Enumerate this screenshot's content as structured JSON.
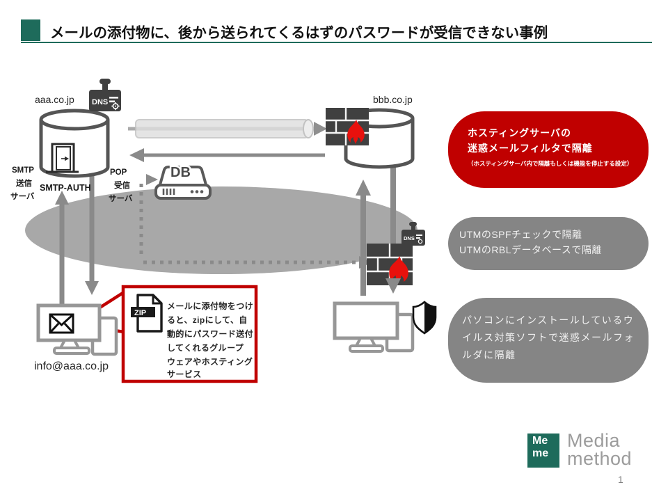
{
  "slide": {
    "title": "メールの添付物に、後から送られてくるはずのパスワードが受信できない事例",
    "page_number": "1"
  },
  "colors": {
    "accent_green": "#1E6B5B",
    "alert_red": "#C00000",
    "note_gray": "#858585",
    "internet_ellipse_gray": "#A8A8A8",
    "flame_red": "#E8110D",
    "icon_dark_gray": "#404040"
  },
  "diagram": {
    "sender_domain": "aaa.co.jp",
    "receiver_domain": "bbb.co.jp",
    "dns_label": "DNS",
    "db_label": "DB",
    "zip_label": "ZIP",
    "smtp_lines": [
      "SMTP",
      "送信",
      "サーバ"
    ],
    "smtp_auth_label": "SMTP-AUTH",
    "pop_lines": [
      "POP",
      "受信",
      "サーバ"
    ],
    "sender_address": "info@aaa.co.jp",
    "callout_lines": [
      "メールに添付物をつけ",
      "ると、zipにして、自",
      "動的にパスワード送付",
      "してくれるグループ",
      "ウェアやホスティング",
      "サービス"
    ]
  },
  "annotations": {
    "hosting": {
      "line1": "ホスティングサーバの",
      "line2": "迷惑メールフィルタで隔離",
      "note": "（ホスティングサーバ内で隔離もしくは機能を停止する設定）"
    },
    "utm": {
      "line1": "UTMのSPFチェックで隔離",
      "line2": "UTMのRBLデータベースで隔離"
    },
    "pc": {
      "line1": "パソコンにインストールしているウ",
      "line2": "イルス対策ソフトで迷惑メールフォ",
      "line3": "ルダに隔離"
    }
  },
  "logo": {
    "mark_top": "Me",
    "mark_bottom": "me",
    "name_top": "Media",
    "name_bottom": "method"
  }
}
